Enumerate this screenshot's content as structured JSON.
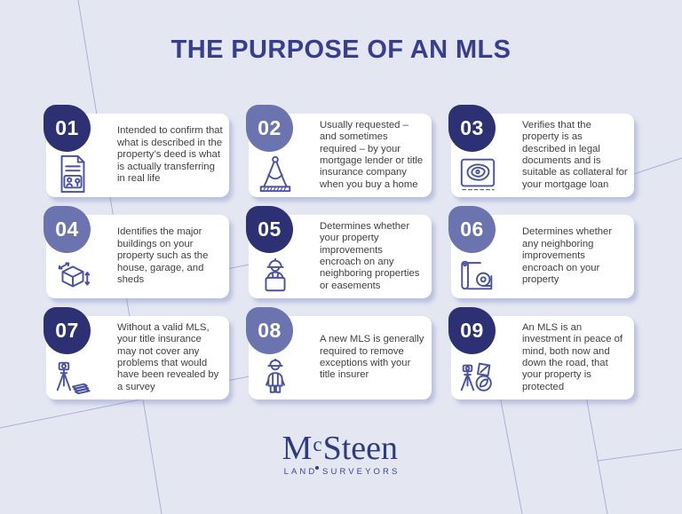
{
  "title": "THE PURPOSE OF AN MLS",
  "theme": {
    "background": "#e4e7f2",
    "card_background": "#ffffff",
    "badge_dark": "#2d3173",
    "badge_light": "#6c74b0",
    "title_color": "#383d8e",
    "body_text_color": "#3f3f41",
    "icon_stroke_color": "#4a51a0",
    "plat_line_color": "#8d93c7",
    "logo_color": "#2e3b7c"
  },
  "cards": [
    {
      "number": "01",
      "variant": "dark",
      "icon": "deed-document-icon",
      "text": "Intended to confirm that what is described in the property’s deed is what is actually transferring in real life"
    },
    {
      "number": "02",
      "variant": "light",
      "icon": "compass-divider-icon",
      "text": "Usually requested – and sometimes required – by your mortgage lender or title insurance company when you buy a home"
    },
    {
      "number": "03",
      "variant": "dark",
      "icon": "contour-map-icon",
      "text": "Verifies that the property is as described in legal documents and is suitable as collateral for your mortgage loan"
    },
    {
      "number": "04",
      "variant": "light",
      "icon": "building-dimensions-icon",
      "text": "Identifies the major buildings on your property such as the house, garage, and sheds"
    },
    {
      "number": "05",
      "variant": "dark",
      "icon": "surveyor-worker-icon",
      "text": "Determines whether your property improvements encroach on any neighboring properties or easements"
    },
    {
      "number": "06",
      "variant": "light",
      "icon": "blueprint-tape-icon",
      "text": "Determines whether any neighboring improvements encroach on your property"
    },
    {
      "number": "07",
      "variant": "dark",
      "icon": "theodolite-books-icon",
      "text": "Without a valid MLS, your title insurance may not cover any problems that would have been revealed by a survey"
    },
    {
      "number": "08",
      "variant": "light",
      "icon": "construction-worker-icon",
      "text": "A new MLS is generally required to remove exceptions with your title insurer"
    },
    {
      "number": "09",
      "variant": "dark",
      "icon": "theodolite-shield-icon",
      "text": "An MLS is an investment in peace of mind, both now and down the road, that your property is protected"
    }
  ],
  "logo": {
    "part_m": "M",
    "part_c": "c",
    "part_rest": "Steen",
    "tagline": "LAND SURVEYORS"
  }
}
